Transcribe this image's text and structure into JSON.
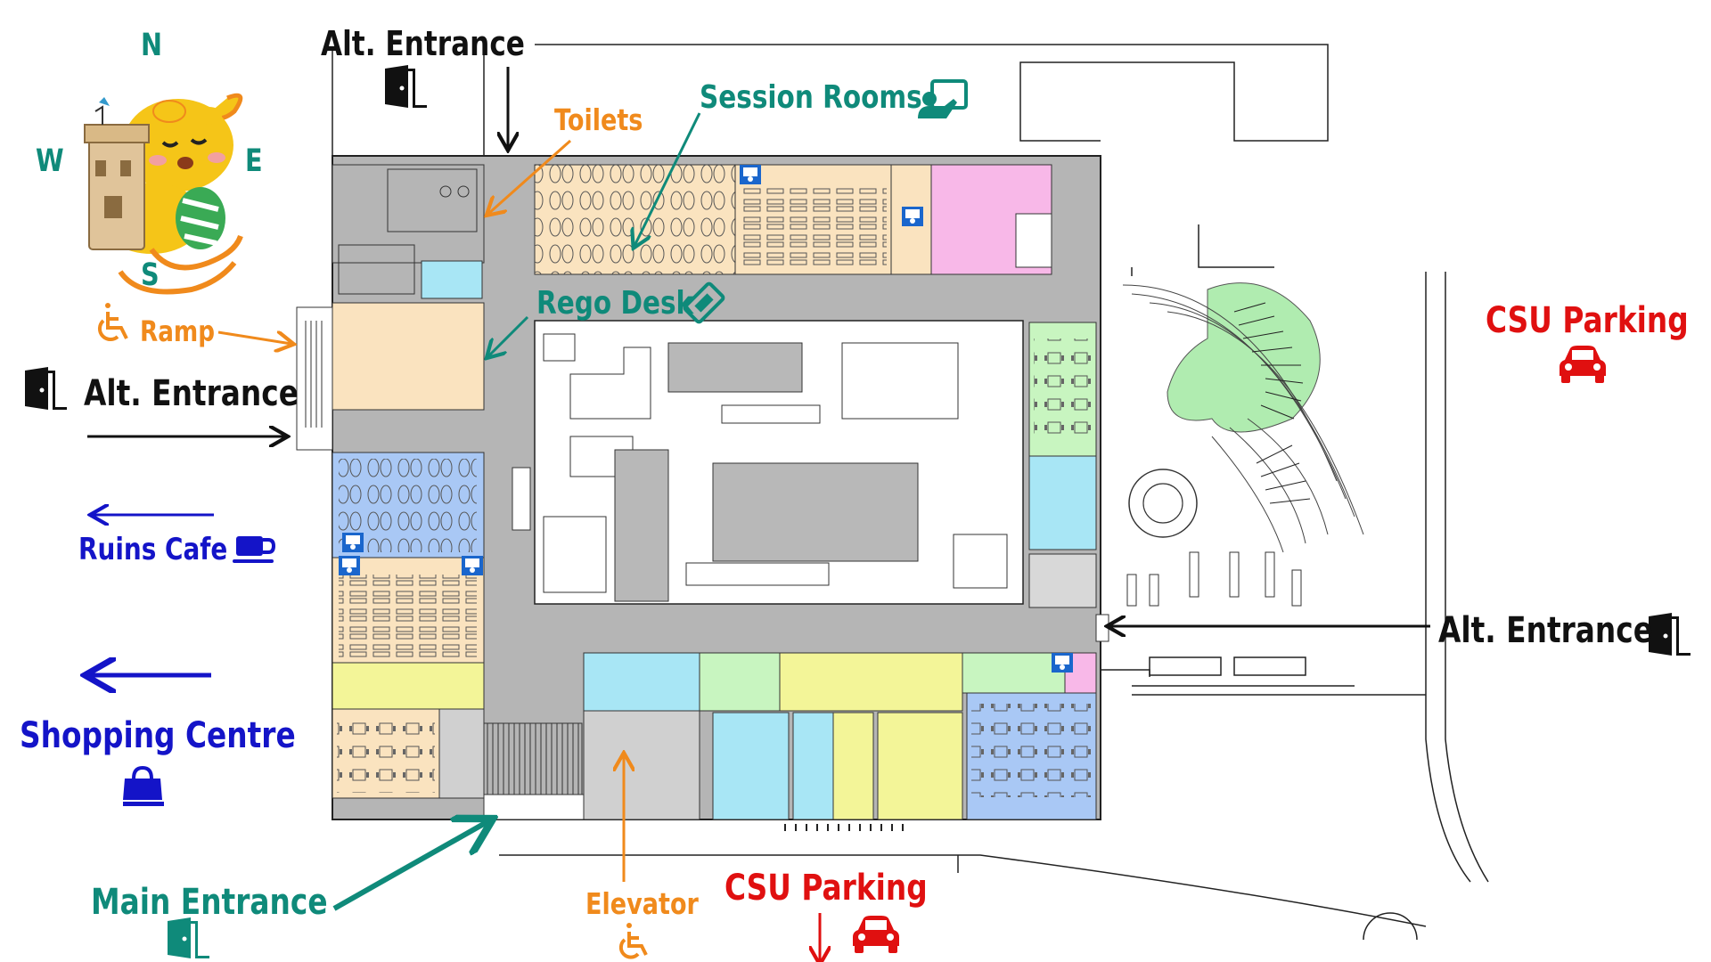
{
  "compass": {
    "north": "N",
    "south": "S",
    "east": "E",
    "west": "W"
  },
  "labels": {
    "alt_entrance_top": "Alt. Entrance",
    "alt_entrance_left": "Alt. Entrance",
    "alt_entrance_right": "Alt. Entrance",
    "toilets": "Toilets",
    "session_rooms": "Session Rooms",
    "rego_desk": "Rego Desk",
    "ramp": "Ramp",
    "ruins_cafe": "Ruins Cafe",
    "shopping_centre": "Shopping Centre",
    "main_entrance": "Main Entrance",
    "elevator": "Elevator",
    "csu_parking_right": "CSU Parking",
    "csu_parking_bottom": "CSU Parking"
  },
  "icons": {
    "door": "door-icon",
    "presenter": "presenter-icon",
    "ticket": "ticket-icon",
    "wheelchair": "wheelchair-icon",
    "car": "car-icon",
    "coffee": "coffee-cup-icon",
    "shopping_bag": "shopping-bag-icon",
    "mascot": "wapuu-mascot-icon"
  },
  "colors": {
    "teal": "#0f8a7a",
    "orange": "#f08a1c",
    "red": "#e01010",
    "blue": "#1414c8",
    "black": "#111111",
    "corridor": "#b5b5b5",
    "room_beige": "#fae3bf",
    "room_blue": "#a9c8f5",
    "room_cyan": "#a8e6f5",
    "room_yellow": "#f3f598",
    "room_green": "#c8f5c0",
    "room_pink": "#f8b8e8",
    "garden_green": "#b0ecb0"
  }
}
